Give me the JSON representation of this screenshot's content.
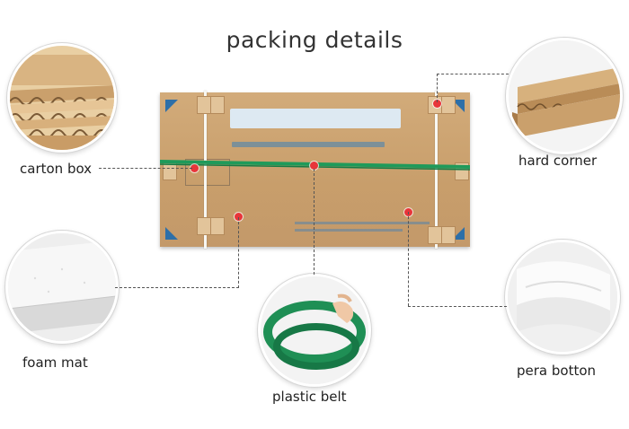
{
  "title": "packing details",
  "labels": {
    "carton_box": "carton box",
    "hard_corner": "hard corner",
    "foam_mat": "foam mat",
    "plastic_belt": "plastic belt",
    "pera_botton": "pera botton"
  },
  "colors": {
    "carton": "#c89e6b",
    "belt": "#1f9a5a",
    "marker": "#e8353a",
    "print": "#1e5f9c"
  }
}
